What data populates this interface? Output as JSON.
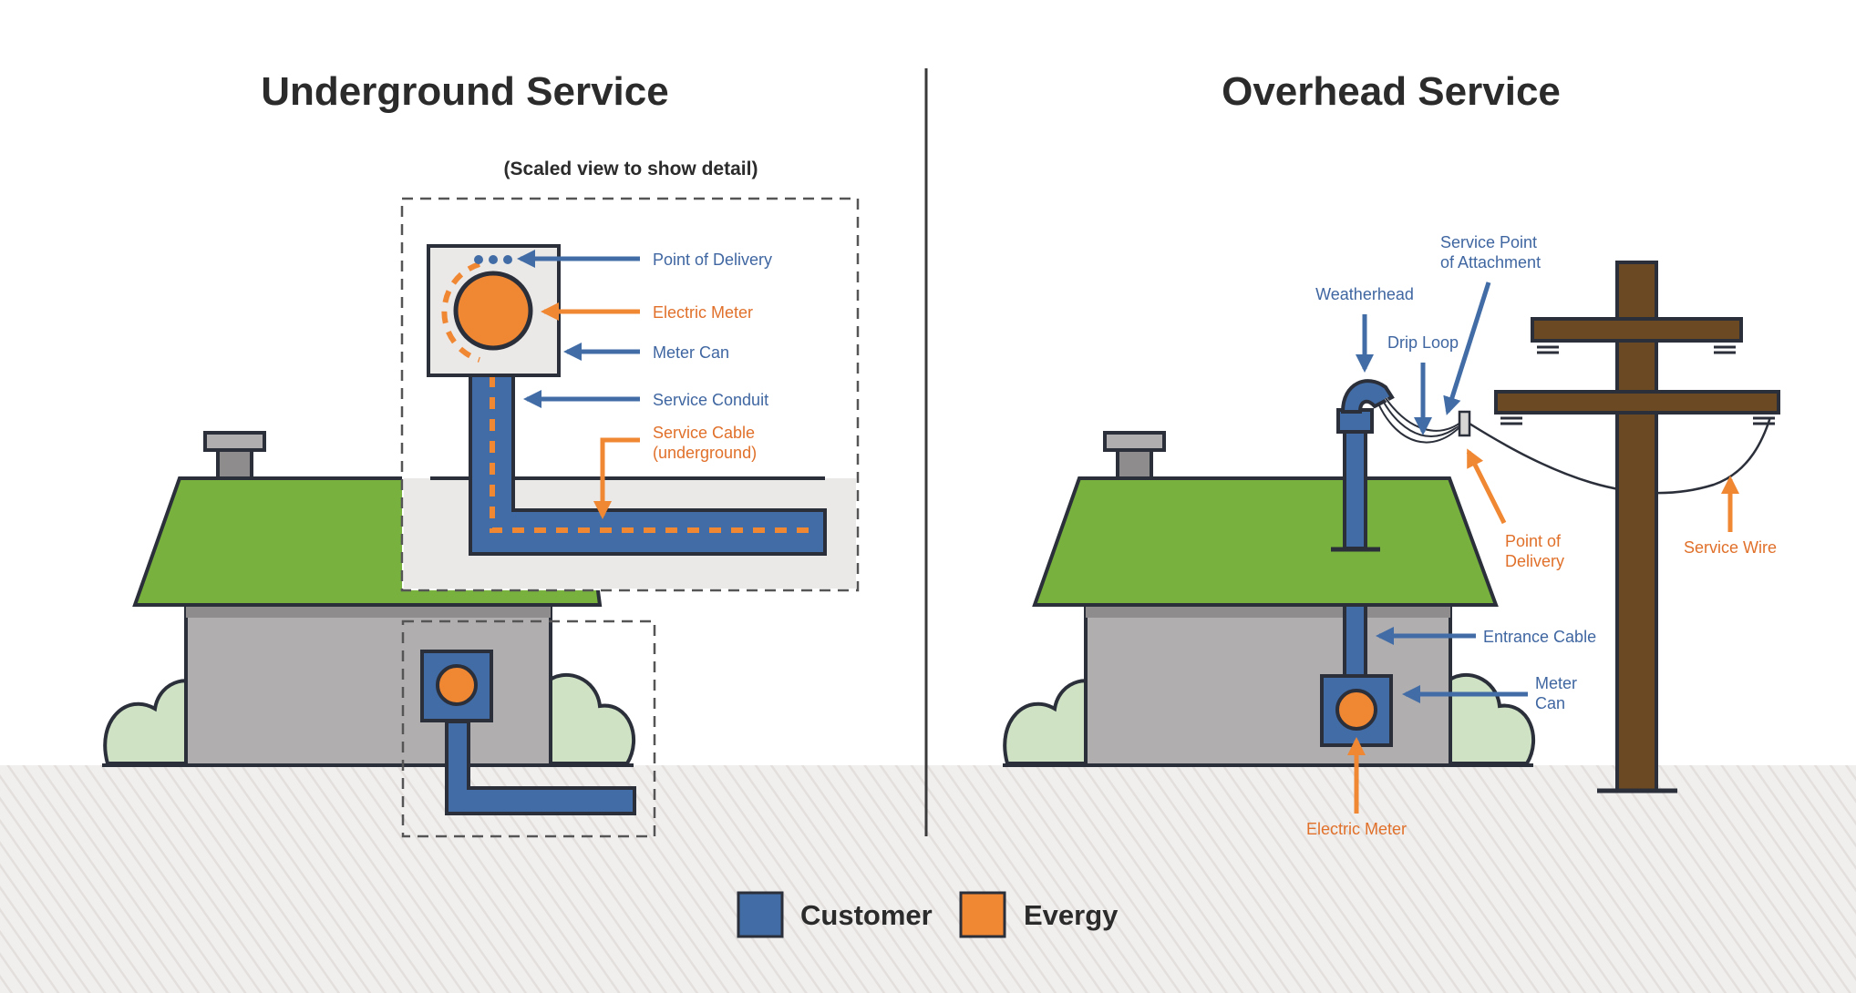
{
  "titles": {
    "underground": "Underground Service",
    "overhead": "Overhead Service"
  },
  "underground": {
    "note": "(Scaled view to show detail)",
    "labels": {
      "point_of_delivery": "Point of Delivery",
      "electric_meter": "Electric Meter",
      "meter_can": "Meter Can",
      "service_conduit": "Service Conduit",
      "service_cable_line1": "Service Cable",
      "service_cable_line2": "(underground)"
    }
  },
  "overhead": {
    "labels": {
      "service_point_line1": "Service Point",
      "service_point_line2": "of Attachment",
      "weatherhead": "Weatherhead",
      "drip_loop": "Drip Loop",
      "point_of_delivery_line1": "Point of",
      "point_of_delivery_line2": "Delivery",
      "service_wire": "Service Wire",
      "entrance_cable": "Entrance Cable",
      "meter_can_line1": "Meter",
      "meter_can_line2": "Can",
      "electric_meter": "Electric Meter"
    }
  },
  "legend": {
    "customer": "Customer",
    "evergy": "Evergy"
  },
  "colors": {
    "customer": "#426ca6",
    "evergy": "#f08733",
    "roof": "#78b13e",
    "wall": "#b1aeb0",
    "bush": "#cfe2c4",
    "pole": "#6b4a23",
    "outline": "#2b2f3a"
  }
}
